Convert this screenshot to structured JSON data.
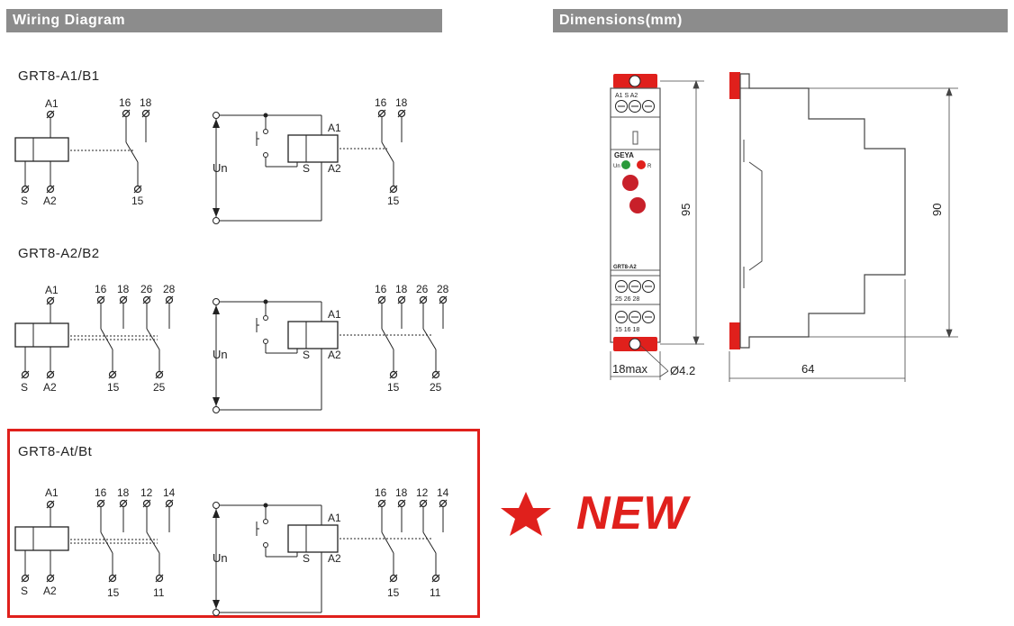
{
  "headers": {
    "wiring": "Wiring Diagram",
    "dimensions": "Dimensions(mm)"
  },
  "models": [
    "GRT8-A1/B1",
    "GRT8-A2/B2",
    "GRT8-At/Bt"
  ],
  "new_label": "NEW",
  "terminals": {
    "a1": "A1",
    "a2": "A2",
    "s": "S",
    "un": "Un",
    "t15": "15",
    "t16": "16",
    "t18": "18",
    "t25": "25",
    "t26": "26",
    "t28": "28",
    "t11": "11",
    "t12": "12",
    "t14": "14"
  },
  "device": {
    "brand": "GEYA",
    "model": "GRT8-A2",
    "led_un": "Un",
    "led_r": "R",
    "top_terms": "A1  S  A2",
    "mid_terms": "25  26  28",
    "bot_terms": "15  16  18"
  },
  "dims": {
    "height": "95",
    "depth_height": "90",
    "width": "18max",
    "hole": "Ø4.2",
    "depth": "64"
  },
  "colors": {
    "accent": "#e0201c",
    "header": "#8c8c8c"
  }
}
